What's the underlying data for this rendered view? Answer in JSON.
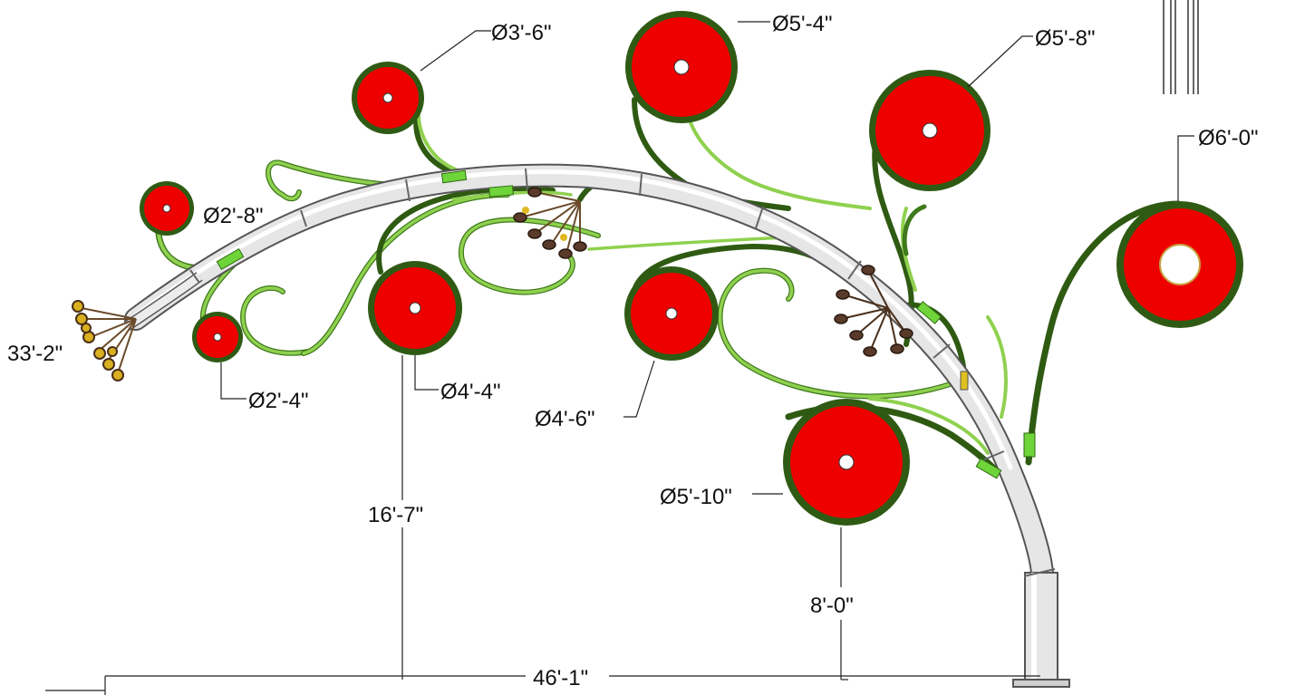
{
  "drawing": {
    "discs": [
      {
        "id": "disc-2-8",
        "label": "Ø2'-8\""
      },
      {
        "id": "disc-3-6",
        "label": "Ø3'-6\""
      },
      {
        "id": "disc-5-4",
        "label": "Ø5'-4\""
      },
      {
        "id": "disc-5-8",
        "label": "Ø5'-8\""
      },
      {
        "id": "disc-6-0",
        "label": "Ø6'-0\""
      },
      {
        "id": "disc-2-4",
        "label": "Ø2'-4\""
      },
      {
        "id": "disc-4-4",
        "label": "Ø4'-4\""
      },
      {
        "id": "disc-4-6",
        "label": "Ø4'-6\""
      },
      {
        "id": "disc-5-10",
        "label": "Ø5'-10\""
      }
    ],
    "dimensions": {
      "arm_length": "33'-2\"",
      "height_mid": "16'-7\"",
      "height_low": "8'-0\"",
      "overall_span": "46'-1\""
    },
    "colors": {
      "disc_fill": "#ee0000",
      "disc_rim": "#2f5a14",
      "vine_light": "#8fd14f",
      "vine_dark": "#2e5a12",
      "pole": "#e6e6e6",
      "pole_edge": "#555555",
      "flower": "#5a3a2a",
      "bud": "#e0b820"
    }
  }
}
